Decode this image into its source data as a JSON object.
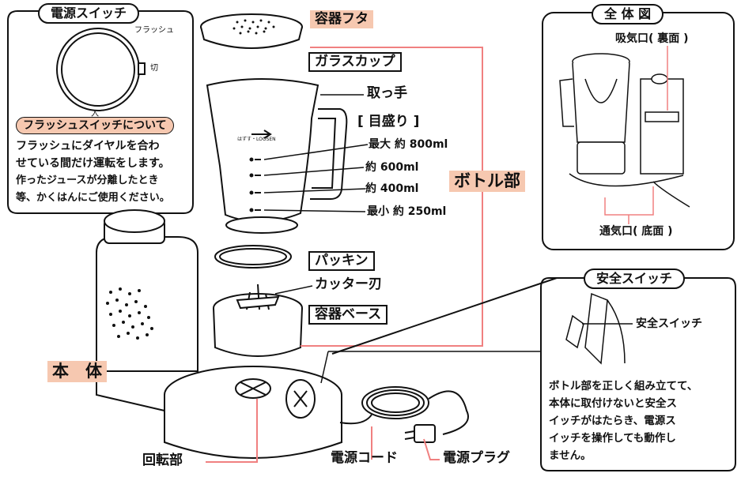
{
  "power_switch": {
    "title": "電源スイッチ",
    "dial_flash": "フラッシュ",
    "dial_off": "切",
    "dial_on": "入",
    "flash_badge": "フラッシュスイッチについて",
    "flash_text": [
      "フラッシュにダイヤルを合わ",
      "せている間だけ運転をします。",
      "作ったジュースが分離したとき",
      "等、かくはんにご使用ください。"
    ]
  },
  "parts": {
    "lid": "容器フタ",
    "glass_cup": "ガラスカップ",
    "handle": "取っ手",
    "graduation": "[ 目盛り ]",
    "max": "最大 約 800ml",
    "g600": "約 600ml",
    "g400": "約 400ml",
    "min": "最小 約 250ml",
    "bottle": "ボトル部",
    "gasket": "パッキン",
    "cutter": "カッター刃",
    "base": "容器ベース",
    "body": "本　体",
    "rotor": "回転部",
    "cord": "電源コード",
    "plug": "電源プラグ",
    "cup_marking": "はずす・LOOSEN"
  },
  "overview": {
    "title": "全 体 図",
    "intake": "吸気口( 裏面 )",
    "vent": "通気口( 底面 )"
  },
  "safety": {
    "title": "安全スイッチ",
    "label": "安全スイッチ",
    "text": [
      "ボトル部を正しく組み立てて、",
      "本体に取付けないと安全ス",
      "イッチがはたらき、電源ス",
      "イッチを操作しても動作し",
      "ません。"
    ]
  },
  "colors": {
    "accent": "#f6c8b0",
    "line_pink": "#f08080"
  }
}
